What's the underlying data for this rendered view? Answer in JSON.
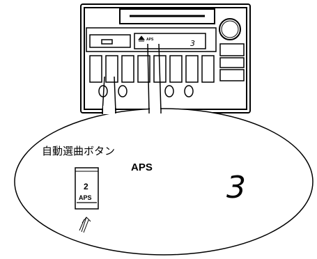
{
  "callout": {
    "title": "自動選曲ボタン",
    "aps_text": "APS",
    "track_digit": "3"
  },
  "button": {
    "number": "2",
    "label": "APS"
  },
  "display": {
    "mode_text": "APS",
    "track_digit": "3"
  },
  "icons": {
    "eject": "eject-icon",
    "press": "press-arrow-icon"
  }
}
